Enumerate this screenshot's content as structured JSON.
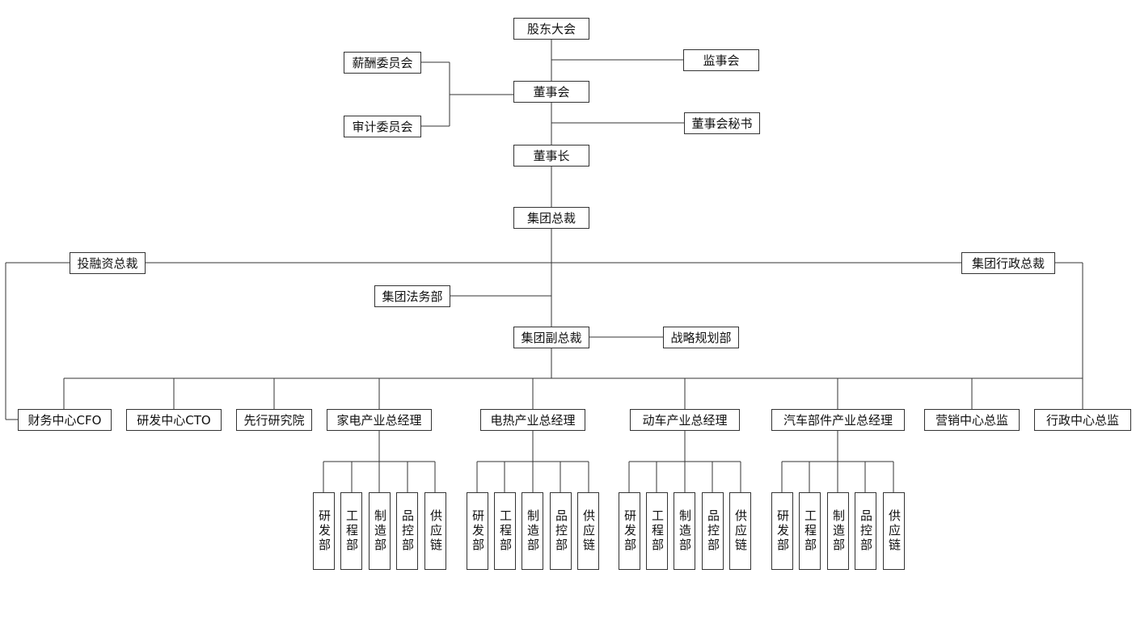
{
  "nodes": {
    "shareholders": "股东大会",
    "supervisors": "监事会",
    "compensation_committee": "薪酬委员会",
    "board": "董事会",
    "audit_committee": "审计委员会",
    "board_secretary": "董事会秘书",
    "chairman": "董事长",
    "group_president": "集团总裁",
    "investment_president": "投融资总裁",
    "admin_president": "集团行政总裁",
    "legal": "集团法务部",
    "vice_president": "集团副总裁",
    "strategy": "战略规划部",
    "cfo": "财务中心CFO",
    "cto": "研发中心CTO",
    "research_institute": "先行研究院",
    "appliance_gm": "家电产业总经理",
    "heating_gm": "电热产业总经理",
    "emu_gm": "动车产业总经理",
    "auto_parts_gm": "汽车部件产业总经理",
    "marketing_director": "营销中心总监",
    "admin_director": "行政中心总监"
  },
  "sub_departments": [
    "研发部",
    "工程部",
    "制造部",
    "品控部",
    "供应链"
  ]
}
